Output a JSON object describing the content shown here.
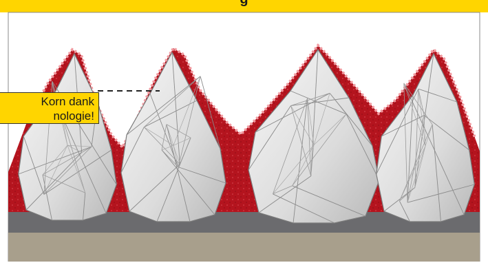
{
  "banner": {
    "title": "g"
  },
  "callout": {
    "line1": "Korn dank",
    "line2": "nologie!"
  },
  "colors": {
    "banner": "#ffd500",
    "frame": "#ffffff",
    "border": "#8a8a8a",
    "binder": "#b4141e",
    "binder_dots": "#f29aa0",
    "grain_light": "#efefef",
    "grain_edge": "#7a7a7a",
    "backing": "#6b6b6e",
    "base": "#a89f8c"
  },
  "icons": [
    "abrasive-grain-icon"
  ]
}
